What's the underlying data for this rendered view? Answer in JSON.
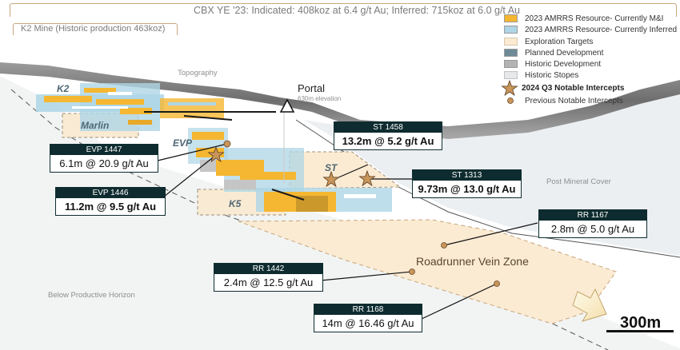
{
  "header": {
    "summary": "CBX YE '23: Indicated: 408koz at 6.4 g/t Au; Inferred: 715koz at 6.0 g/t Au",
    "k2_mine": "K2 Mine (Historic production 463koz)"
  },
  "legend": {
    "items": [
      {
        "label": "2023 AMRRS Resource- Currently M&I",
        "swatch": "#f5b731",
        "kind": "swatch"
      },
      {
        "label": "2023 AMRRS Resource- Currently Inferred",
        "swatch": "#aed6e6",
        "kind": "swatch"
      },
      {
        "label": "Exploration Targets",
        "swatch": "#fbebd3",
        "kind": "swatch"
      },
      {
        "label": "Planned Development",
        "swatch": "#6d8a96",
        "kind": "swatch"
      },
      {
        "label": "Historic Development",
        "swatch": "#b3b3b3",
        "kind": "swatch"
      },
      {
        "label": "Historic Stopes",
        "swatch": "#e6e8ea",
        "kind": "swatch"
      },
      {
        "label": "2024 Q3 Notable Intercepts",
        "kind": "star",
        "bold": true
      },
      {
        "label": "Previous Notable Intercepts",
        "kind": "dot"
      }
    ]
  },
  "labels": {
    "topography": "Topography",
    "portal": "Portal",
    "portal_elevation": "630m elevation",
    "k2": "K2",
    "marlin": "Marlin",
    "evp": "EVP",
    "st": "ST",
    "k5": "K5",
    "post_mineral_cover": "Post Mineral Cover",
    "roadrunner": "Roadrunner Vein Zone",
    "below_productive": "Below Productive Horizon",
    "scale": "300m"
  },
  "callouts": [
    {
      "id": "EVP 1447",
      "value": "6.1m @ 20.9 g/t Au",
      "bold": false,
      "marker": "dot"
    },
    {
      "id": "EVP 1446",
      "value": "11.2m @ 9.5 g/t Au",
      "bold": true,
      "marker": "star"
    },
    {
      "id": "ST 1458",
      "value": "13.2m @ 5.2 g/t Au",
      "bold": true,
      "marker": "star"
    },
    {
      "id": "ST 1313",
      "value": "9.73m @ 13.0 g/t Au",
      "bold": true,
      "marker": "star"
    },
    {
      "id": "RR 1167",
      "value": "2.8m @ 5.0 g/t Au",
      "bold": false,
      "marker": "dot"
    },
    {
      "id": "RR 1442",
      "value": "2.4m @ 12.5 g/t Au",
      "bold": false,
      "marker": "dot"
    },
    {
      "id": "RR 1168",
      "value": "14m @ 16.46 g/t Au",
      "bold": false,
      "marker": "dot"
    }
  ],
  "colors": {
    "callout_header": "#0e2c2f",
    "intercept_marker": "#c8955a",
    "exploration_fill": "#fbebd3",
    "below_horizon_fill": "#f1f4f3",
    "cover_fill": "#eceff2",
    "mi_resource": "#f5b731",
    "inferred_resource": "#aed6e6"
  }
}
